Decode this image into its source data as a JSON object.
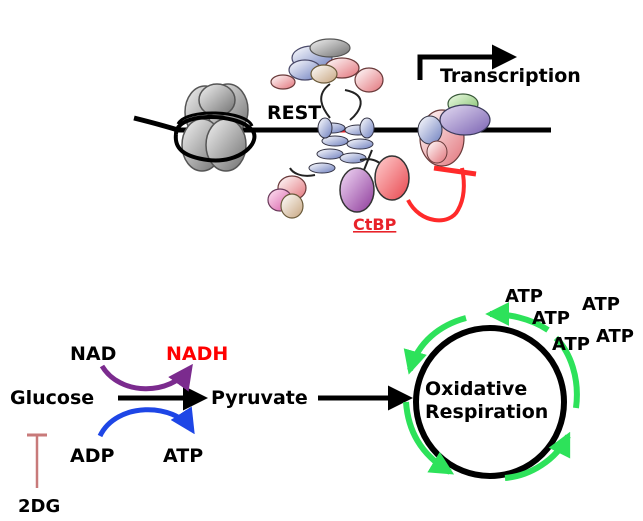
{
  "labels": {
    "rest": "REST",
    "transcription": "Transcription",
    "ctbp": "CtBP",
    "nad": "NAD",
    "nadh": "NADH",
    "glucose": "Glucose",
    "pyruvate": "Pyruvate",
    "adp": "ADP",
    "atp_glycolysis": "ATP",
    "two_dg": "2DG",
    "oxidative": "Oxidative",
    "respiration": "Respiration",
    "atp_1": "ATP",
    "atp_2": "ATP",
    "atp_3": "ATP",
    "atp_4": "ATP",
    "atp_5": "ATP"
  },
  "colors": {
    "dna": "#000000",
    "ctbp_text": "#e8232a",
    "nadh_text": "#ff0000",
    "inhibit_arrow": "#ff2a2a",
    "inhibit_2dg": "#c87a7a",
    "nad_arrow": "#7b2b8e",
    "adp_arrow": "#1e46e6",
    "respiration_cycle": "#2de25a",
    "nucleosome": "#a9a9a9"
  }
}
